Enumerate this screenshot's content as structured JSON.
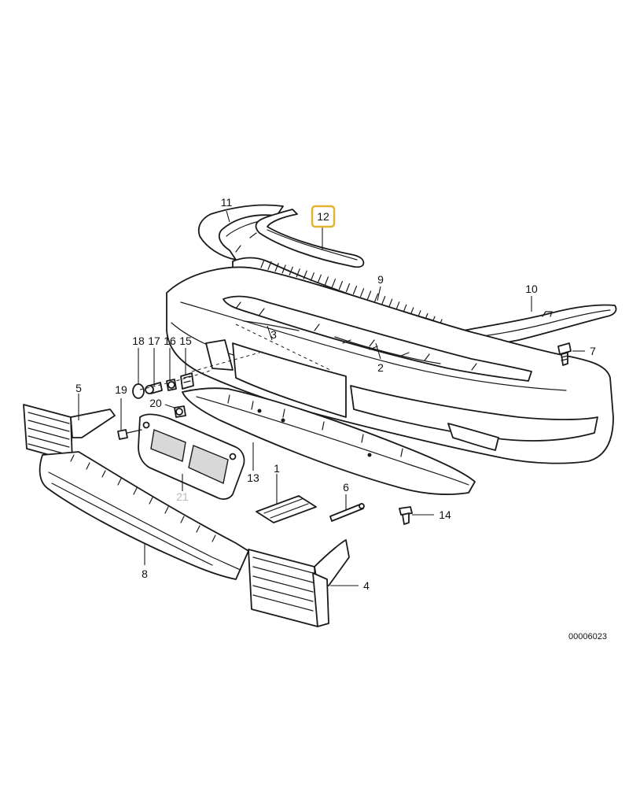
{
  "diagram": {
    "reference_code": "00006023",
    "highlight_color": "#e3b22f",
    "labels": {
      "p1": "1",
      "p2": "2",
      "p3": "3",
      "p4": "4",
      "p5": "5",
      "p6": "6",
      "p7": "7",
      "p8": "8",
      "p9": "9",
      "p10": "10",
      "p11": "11",
      "p12": "12",
      "p13": "13",
      "p14": "14",
      "p15": "15",
      "p16": "16",
      "p17": "17",
      "p18": "18",
      "p19": "19",
      "p20": "20",
      "p21": "21"
    }
  }
}
